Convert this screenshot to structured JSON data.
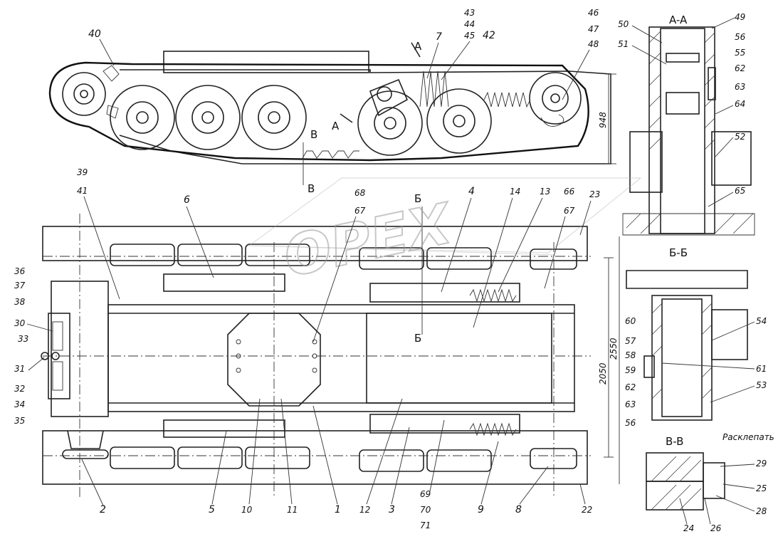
{
  "watermark": "OPEX",
  "dimensions": {
    "height_948": "948",
    "width_2050": "2050",
    "width_2550": "2550"
  },
  "sections": {
    "aa": "A-A",
    "bb": "Б-Б",
    "vv": "B-B",
    "mark_a1": "A",
    "mark_a2": "A",
    "mark_b1": "Б",
    "mark_b2": "Б",
    "mark_v1": "B",
    "mark_v2": "B"
  },
  "notes": {
    "rasklepat": "Расклепать"
  },
  "labels": {
    "l1": "1",
    "l2": "2",
    "l3": "3",
    "l4": "4",
    "l5": "5",
    "l6": "6",
    "l7": "7",
    "l8": "8",
    "l9": "9",
    "l10": "10",
    "l11": "11",
    "l12": "12",
    "l13": "13",
    "l14": "14",
    "l22": "22",
    "l23": "23",
    "l24": "24",
    "l25": "25",
    "l26": "26",
    "l28": "28",
    "l29": "29",
    "l30": "30",
    "l31": "31",
    "l32": "32",
    "l33": "33",
    "l34": "34",
    "l35": "35",
    "l36": "36",
    "l37": "37",
    "l38": "38",
    "l39": "39",
    "l40": "40",
    "l41": "41",
    "l42": "42",
    "l43": "43",
    "l44": "44",
    "l45": "45",
    "l46": "46",
    "l47": "47",
    "l48": "48",
    "l49": "49",
    "l50": "50",
    "l51": "51",
    "l52": "52",
    "l53": "53",
    "l54": "54",
    "l55": "55",
    "l56a": "56",
    "l56b": "56",
    "l57": "57",
    "l58": "58",
    "l59": "59",
    "l60": "60",
    "l61": "61",
    "l62a": "62",
    "l62b": "62",
    "l63a": "63",
    "l63b": "63",
    "l64": "64",
    "l65": "65",
    "l66": "66",
    "l67a": "67",
    "l67b": "67",
    "l68": "68",
    "l69": "69",
    "l70": "70",
    "l71": "71"
  }
}
